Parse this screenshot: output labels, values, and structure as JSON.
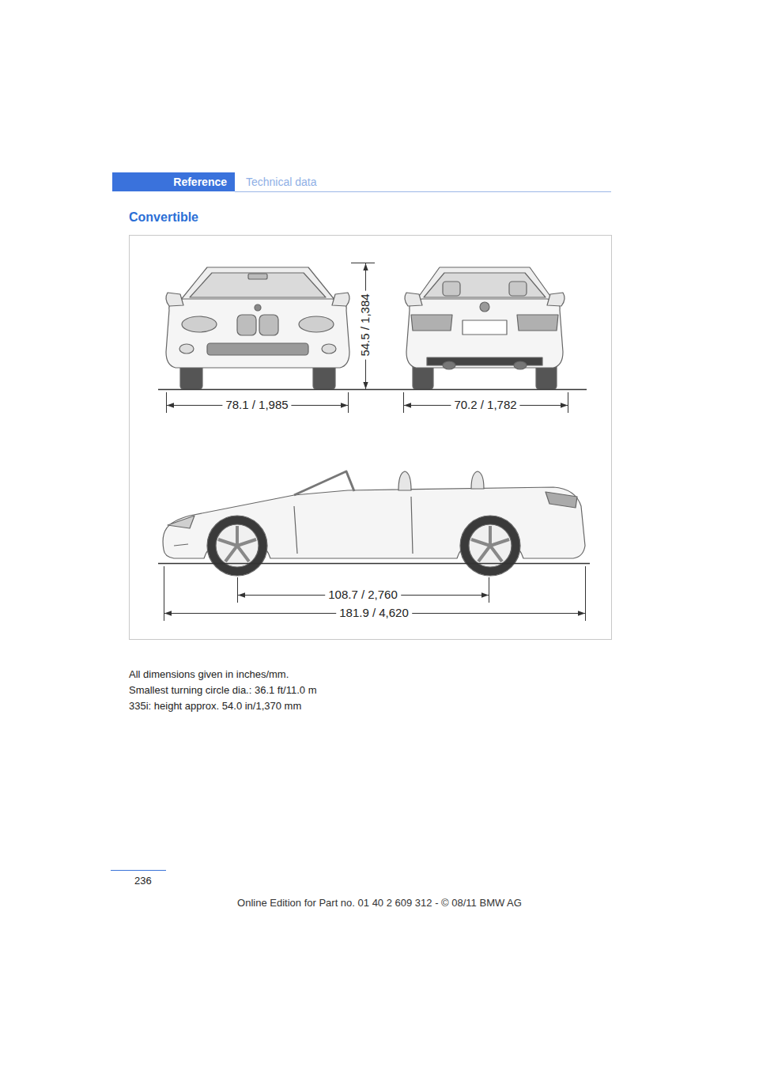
{
  "diagram": {
    "title": "Convertible",
    "nodes": [
      {
        "text": [
          "Reference"
        ]
      }
    ],
    "labels": [
      "Technical data",
      "54.5 / 1,384",
      "78.1 / 1,985",
      "70.2 / 1,782",
      "108.7 / 2,760",
      "181.9 / 4,620",
      "All dimensions given in inches/mm.",
      "Smallest turning circle dia.: 36.1 ft/11.0 m",
      "335i: height approx. 54.0 in/1,370 mm",
      "236",
      "Online Edition for Part no. 01 40 2 609 312 - © 08/11 BMW AG"
    ]
  }
}
